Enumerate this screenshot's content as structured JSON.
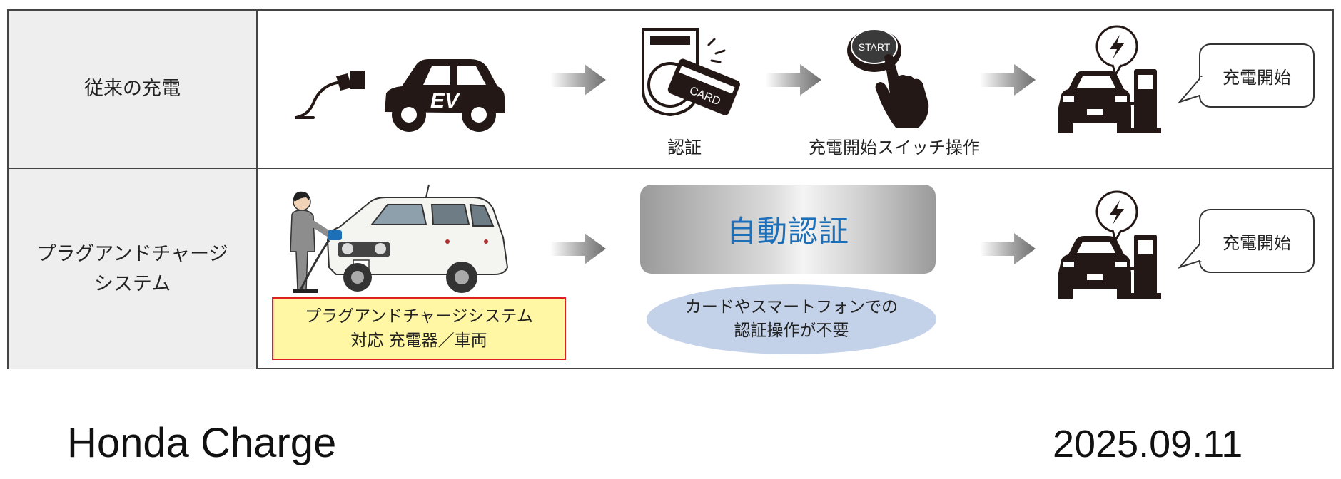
{
  "rows": [
    {
      "label": [
        "従来の充電"
      ],
      "icons": [
        "ev-plug-icon",
        "ev-car-icon",
        "auth-card-icon",
        "start-button-icon",
        "charging-car-icon"
      ],
      "ev_badge": "EV",
      "card_text": "CARD",
      "start_text": "START",
      "captions": {
        "auth": "認証",
        "switch": "充電開始スイッチ操作"
      },
      "bubble": "充電開始"
    },
    {
      "label": [
        "プラグアンドチャージ",
        "システム"
      ],
      "icons": [
        "person-charging-car-icon",
        "charging-car-icon"
      ],
      "compat_box": [
        "プラグアンドチャージシステム",
        "対応 充電器／車両"
      ],
      "auto_auth": "自動認証",
      "note": [
        "カードやスマートフォンでの",
        "認証操作が不要"
      ],
      "bubble": "充電開始"
    }
  ],
  "colors": {
    "accent_blue": "#1d6fb8",
    "note_bg": "#c3d2e8",
    "compat_bg": "#fff7a3",
    "compat_border": "#e02020",
    "icon": "#231815"
  },
  "footer": {
    "title": "Honda Charge",
    "date": "2025.09.11"
  }
}
